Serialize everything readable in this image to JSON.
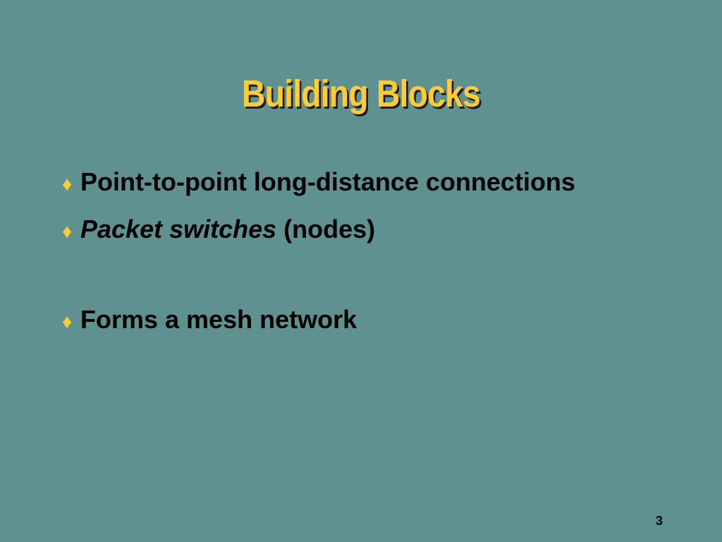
{
  "slide": {
    "title": "Building Blocks",
    "bullets": [
      {
        "marker": "♦",
        "text": "Point-to-point long-distance connections"
      },
      {
        "marker": "♦",
        "emphasis": "Packet switches",
        "text": " (nodes)"
      },
      {
        "marker": "♦",
        "text": "Forms a mesh network"
      }
    ],
    "page_number": "3"
  },
  "colors": {
    "background": "#5f9191",
    "title": "#ffcc33",
    "bullet_marker": "#ffcc33",
    "text": "#000000"
  }
}
